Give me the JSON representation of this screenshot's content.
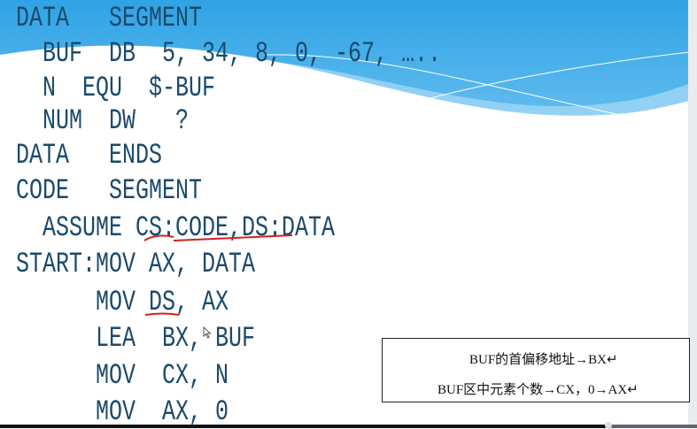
{
  "code_lines": [
    "DATA   SEGMENT",
    "BUF  DB  5, 34, 8, 0, -67, …..",
    "N  EQU  $-BUF",
    "NUM  DW   ?",
    "DATA   ENDS",
    "CODE   SEGMENT",
    "ASSUME CS:CODE,DS:DATA",
    "START:MOV AX, DATA",
    "MOV DS, AX",
    "LEA  BX, BUF",
    "MOV  CX, N",
    "MOV  AX, 0"
  ],
  "note": {
    "line1": "BUF的首偏移地址→BX↵",
    "line2": "BUF区中元素个数→CX，0→AX↵"
  },
  "colors": {
    "text": "#1b4a6b",
    "underline": "#d42020",
    "sky": "#3aa8e6"
  },
  "player": {
    "progress": 0.873
  }
}
